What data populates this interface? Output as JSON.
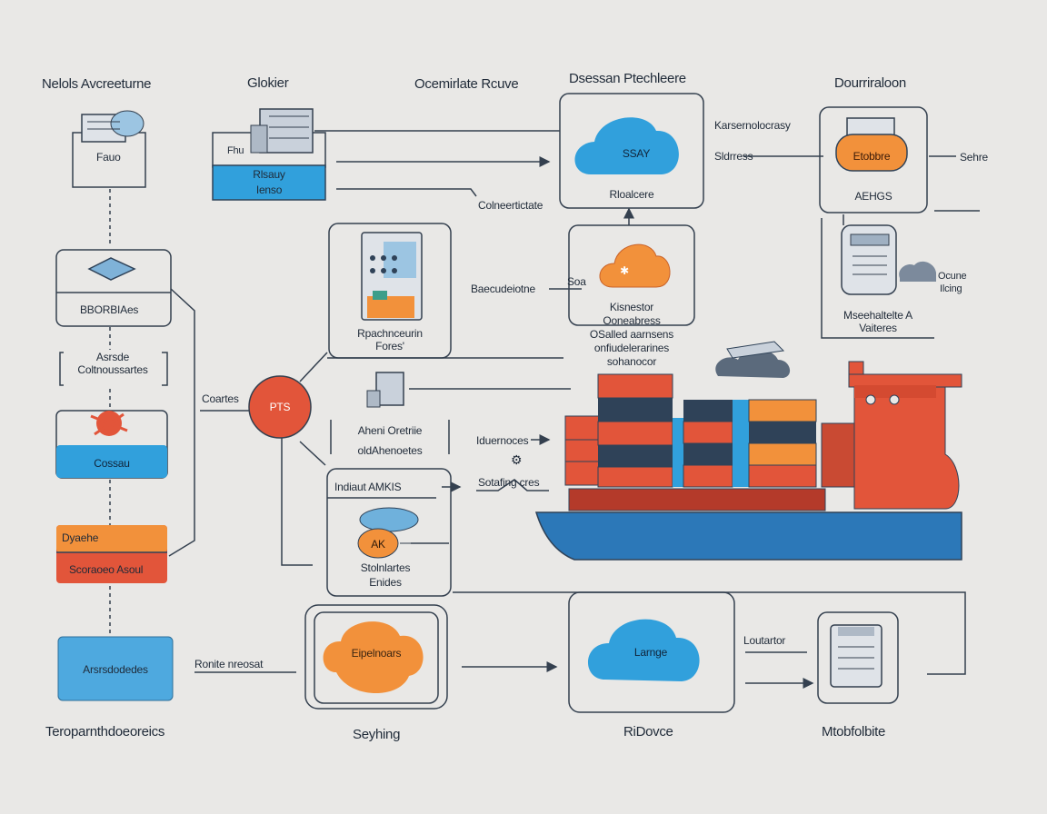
{
  "headers": {
    "col1": "Nelols Avcreeturne",
    "col2": "Glokier",
    "col3": "Ocemirlate Rcuve",
    "col4": "Dsessan Ptechleere",
    "col5": "Dourriraloon"
  },
  "left_column": {
    "node1_label": "Fauo",
    "node2_label": "BBORBIAes",
    "node3_label_line1": "Asrsde",
    "node3_label_line2": "Coltnoussartes",
    "node4_label": "Cossau",
    "node5_label_line1": "Dyaehe",
    "node5_label_line2": "Scoraoeo Asoul",
    "node6_label": "Arsrsdodedes",
    "footer": "Teroparnthdoeoreics"
  },
  "middle_column": {
    "storage_label_line1": "Rlsauy",
    "storage_label_line2": "Ienso",
    "side_tag": "Fhu",
    "mobile_label_line1": "Rpachnceurin",
    "mobile_label_line2": "Fores'",
    "hub_label": "PTS",
    "hub_side": "Coartes",
    "server_label_line1": "Aheni Oretriie",
    "server_label_line2": "oldAhenoetes",
    "ai_title": "Indiaut AMKIS",
    "ai_badge": "AK",
    "ai_label_line1": "Stolnlartes",
    "ai_label_line2": "Enides",
    "cloud_bottom": "Eipelnoars",
    "route_tag": "Ronite nreosat",
    "footer": "Seyhing"
  },
  "right_column": {
    "cloud_top": "SSAY",
    "cloud_top_caption": "Rloalcere",
    "connector_caption": "Colneertictate",
    "tag_top": "Karsernolocrasy",
    "tag_mid": "Sldrress",
    "orange_cloud_tag": "Soa",
    "orange_cloud_caption_line1": "Kisnestor",
    "orange_cloud_caption_line2": "Ooneabress",
    "orange_cloud_caption_line3": "OSalled aarnsens",
    "orange_cloud_caption_line4": "onfiudelerarines",
    "orange_cloud_caption_line5": "sohanocor",
    "left_tag": "Baecudeiotne",
    "marker1": "Iduernoces",
    "marker2": "Sotafing cres",
    "cloud_bottom": "Larnge",
    "footer": "RiDovce"
  },
  "dest_column": {
    "badge": "Etobbre",
    "badge_caption": "AEHGS",
    "side_tag": "Sehre",
    "doc_side_line1": "Ocune",
    "doc_side_line2": "Ilcing",
    "doc_caption_line1": "Mseehaltelte A",
    "doc_caption_line2": "Vaiteres",
    "bottom_tag": "Loutartor",
    "footer": "Mtobfolbite"
  },
  "colors": {
    "blue": "#31a0dc",
    "orange": "#f2913b",
    "red": "#e2553a",
    "navy": "#2f4258",
    "line": "#34404f",
    "bg": "#e9e8e6"
  }
}
